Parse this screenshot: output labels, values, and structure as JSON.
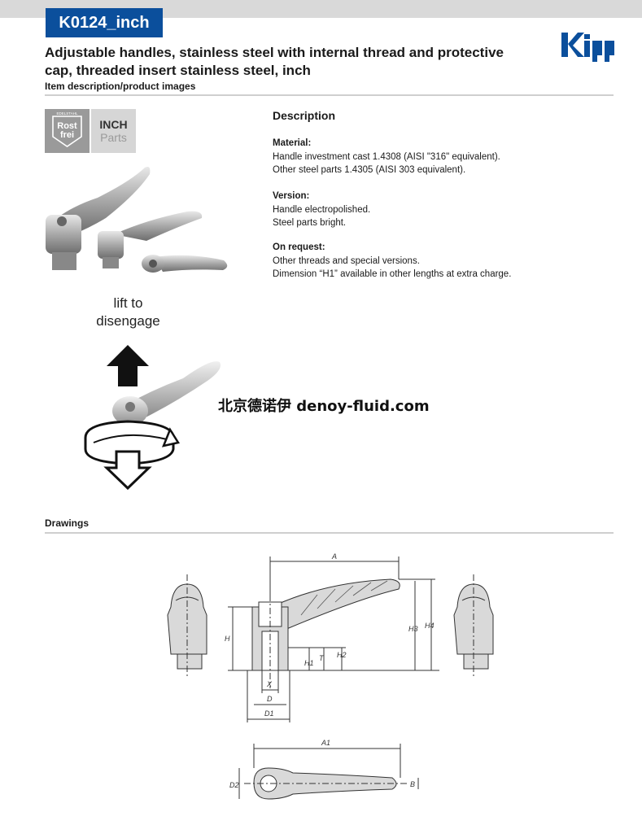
{
  "header": {
    "code": "K0124_inch",
    "title_line1": "Adjustable handles, stainless steel with internal thread and protective",
    "title_line2": "cap, threaded insert stainless steel, inch",
    "section1": "Item description/product images"
  },
  "badges": {
    "rost_top": "EDELSTAHL",
    "rost_line1": "Rost",
    "rost_line2": "frei",
    "inch_line1": "INCH",
    "inch_line2": "Parts"
  },
  "description": {
    "title": "Description",
    "material_heading": "Material:",
    "material_line1": "Handle investment cast 1.4308 (AISI \"316\" equivalent).",
    "material_line2": "Other steel parts 1.4305 (AISI 303 equivalent).",
    "version_heading": "Version:",
    "version_line1": "Handle electropolished.",
    "version_line2": "Steel parts bright.",
    "request_heading": "On request:",
    "request_line1": "Other threads and special versions.",
    "request_line2": "Dimension “H1” available in other lengths at extra charge."
  },
  "illustration": {
    "lift_line1": "lift to",
    "lift_line2": "disengage"
  },
  "watermark": "北京德诺伊 denoy-fluid.com",
  "drawings": {
    "section": "Drawings",
    "labels": {
      "A": "A",
      "H": "H",
      "H1": "H1",
      "H2": "H2",
      "H3": "H3",
      "H4": "H4",
      "T": "T",
      "X": "X",
      "D": "D",
      "D1": "D1",
      "A1": "A1",
      "D2": "D2",
      "B": "B"
    }
  },
  "colors": {
    "brand_blue": "#0b4f9c",
    "rule_gray": "#cfcfcf"
  },
  "icons": {
    "logo": "kipp-logo",
    "arrow_up": "arrow-up-icon",
    "arrow_down": "arrow-down-icon",
    "rotate": "rotate-arrow-icon"
  }
}
